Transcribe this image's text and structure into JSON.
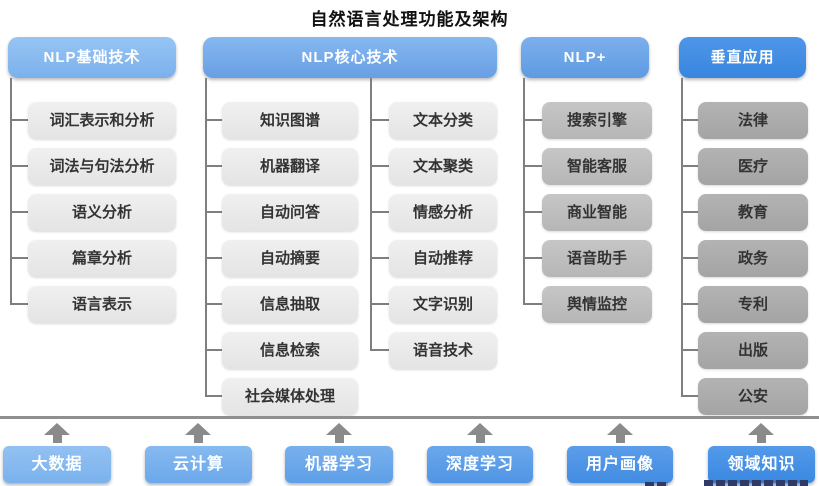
{
  "title": "自然语言处理功能及架构",
  "columns": [
    {
      "header": "NLP基础技术",
      "items": [
        "词汇表示和分析",
        "词法与句法分析",
        "语义分析",
        "篇章分析",
        "语言表示"
      ]
    },
    {
      "header": "NLP核心技术",
      "items_left": [
        "知识图谱",
        "机器翻译",
        "自动问答",
        "自动摘要",
        "信息抽取",
        "信息检索",
        "社会媒体处理"
      ],
      "items_right": [
        "文本分类",
        "文本聚类",
        "情感分析",
        "自动推荐",
        "文字识别",
        "语音技术"
      ]
    },
    {
      "header": "NLP+",
      "items": [
        "搜索引擎",
        "智能客服",
        "商业智能",
        "语音助手",
        "舆情监控"
      ]
    },
    {
      "header": "垂直应用",
      "items": [
        "法律",
        "医疗",
        "教育",
        "政务",
        "专利",
        "出版",
        "公安"
      ]
    }
  ],
  "foundation": {
    "items": [
      "大数据",
      "云计算",
      "机器学习",
      "深度学习",
      "用户画像",
      "领域知识"
    ]
  },
  "icons": {
    "up_arrow": "up-arrow-icon"
  },
  "colors": {
    "header_blue_light": "#8FBCEF",
    "header_blue_core": "#74ABE9",
    "header_blue_plus": "#6AA4E8",
    "header_blue_vertical": "#3D8BE0",
    "item_gray_light": "#E9E9E9",
    "item_gray_mid": "#BEBEBE",
    "item_gray_dark": "#ACACAC",
    "foundation_blue_first": "#8CBEF0",
    "foundation_blue_last": "#4490E3",
    "connector_gray": "#7F7F7F",
    "divider_gray": "#8F8F8F",
    "arrow_gray": "#8A8A8A",
    "item_text": "#333333",
    "watermark_navy": "#2E3B66"
  }
}
